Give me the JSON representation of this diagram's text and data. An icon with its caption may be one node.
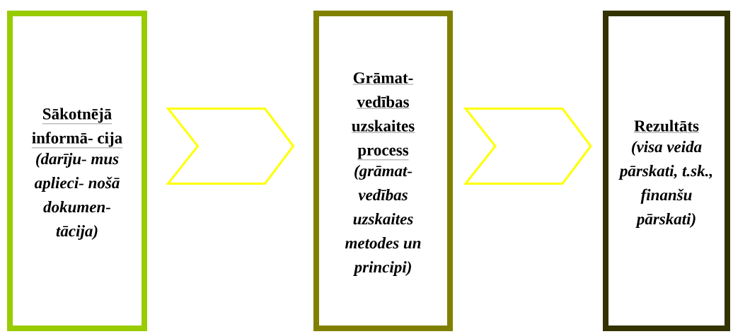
{
  "diagram": {
    "nodes": [
      {
        "text": [
          "Sākotnējā informā- cija",
          "(darīju- mus aplieci- nošā dokumen- tācija)"
        ]
      },
      {
        "text": [
          "Grāmat- vedības uzskaites process",
          "(grāmat- vedības uzskaites metodes un principi)"
        ]
      },
      {
        "text": [
          "Rezultāts",
          "(visa veida pārskati, t.sk., finanšu pārskati)"
        ]
      }
    ],
    "edges": [
      {
        "from": 0,
        "to": 1,
        "arrow": "to"
      },
      {
        "from": 1,
        "to": 2,
        "arrow": "to"
      }
    ]
  }
}
